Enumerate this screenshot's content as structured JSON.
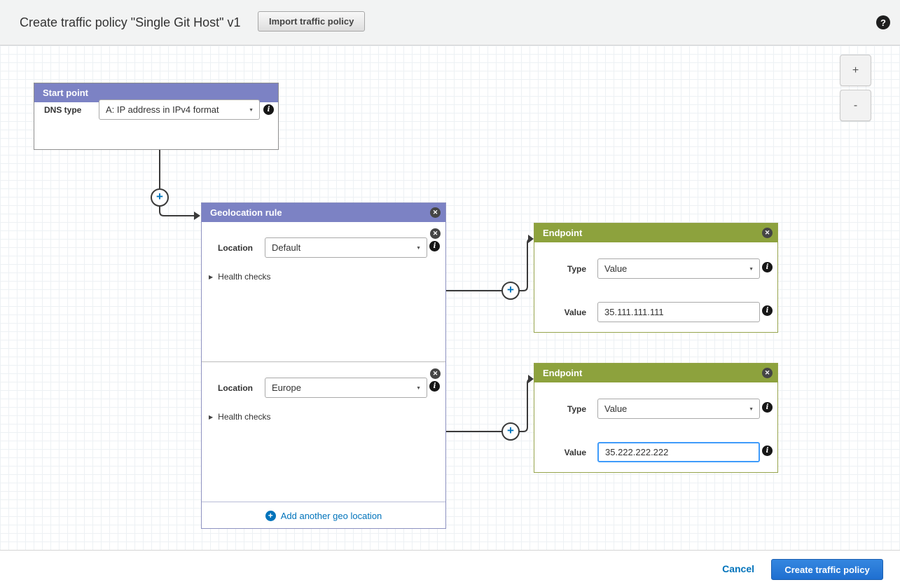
{
  "header": {
    "title": "Create traffic policy \"Single Git Host\" v1",
    "import_button": "Import traffic policy"
  },
  "zoom": {
    "zoom_in": "+",
    "zoom_out": "-"
  },
  "icons": {
    "close": "✕",
    "info": "i",
    "plus": "+",
    "caret": "▼",
    "triangle": "▶",
    "help": "?"
  },
  "start_point": {
    "title": "Start point",
    "dns_type_label": "DNS type",
    "dns_type_value": "A: IP address in IPv4 format"
  },
  "geolocation": {
    "title": "Geolocation rule",
    "sections": [
      {
        "location_label": "Location",
        "location_value": "Default",
        "health_checks_label": "Health checks"
      },
      {
        "location_label": "Location",
        "location_value": "Europe",
        "health_checks_label": "Health checks"
      }
    ],
    "add_link": "Add another geo location"
  },
  "endpoints": [
    {
      "title": "Endpoint",
      "type_label": "Type",
      "type_value": "Value",
      "value_label": "Value",
      "value": "35.111.111.111"
    },
    {
      "title": "Endpoint",
      "type_label": "Type",
      "type_value": "Value",
      "value_label": "Value",
      "value": "35.222.222.222"
    }
  ],
  "footer": {
    "cancel": "Cancel",
    "create": "Create traffic policy"
  },
  "colors": {
    "rule_header_purple": "#7c82c4",
    "endpoint_header_green": "#8da23d",
    "link_blue": "#0073bb",
    "primary_button_blue": "#2376d8",
    "connector_dark": "#3a3a3a"
  }
}
